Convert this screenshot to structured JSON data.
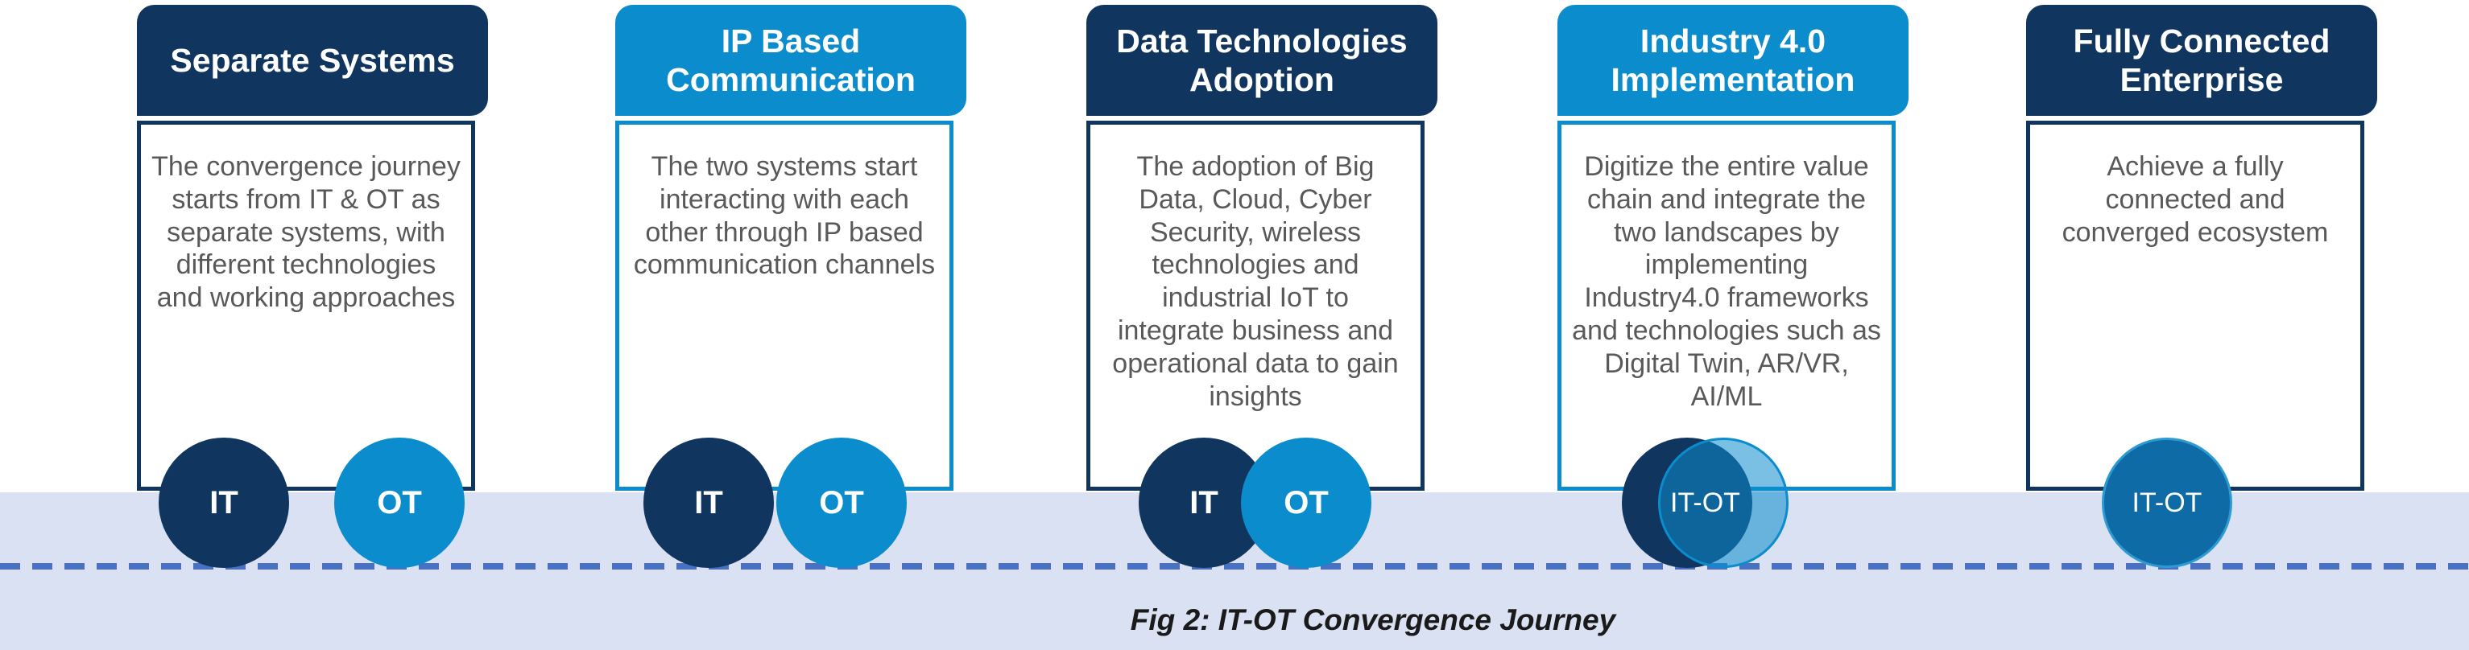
{
  "figure": {
    "caption": "Fig 2: IT-OT Convergence Journey"
  },
  "colors": {
    "navy": "#10355e",
    "light_blue": "#0b8ccd",
    "merged_circle": "#0e6ba6",
    "merged_circle_stroke": "#2e9ad2",
    "band": "#d9e1f2",
    "dashed_line": "#4a70c0",
    "body_text": "#595959",
    "caption_text": "#1a1a1a"
  },
  "cards": [
    {
      "title": "Separate Systems",
      "theme": "navy",
      "description": "The convergence journey\nstarts from IT & OT as\nseparate systems, with\ndifferent technologies\nand working approaches",
      "circle_state": "separate",
      "circles": [
        {
          "label": "IT"
        },
        {
          "label": "OT"
        }
      ]
    },
    {
      "title": "IP Based\nCommunication",
      "theme": "blue",
      "description": "The two systems start\ninteracting with each\nother through IP based\ncommunication channels",
      "circle_state": "touching",
      "circles": [
        {
          "label": "IT"
        },
        {
          "label": "OT"
        }
      ]
    },
    {
      "title": "Data Technologies\nAdoption",
      "theme": "navy",
      "description": "The adoption of Big\nData, Cloud, Cyber\nSecurity, wireless\ntechnologies and\nindustrial IoT to\nintegrate business and\noperational data to gain\ninsights",
      "circle_state": "overlapping",
      "circles": [
        {
          "label": "IT"
        },
        {
          "label": "OT"
        }
      ]
    },
    {
      "title": "Industry 4.0\nImplementation",
      "theme": "blue",
      "description": "Digitize the entire value\nchain and integrate the\ntwo landscapes by\nimplementing\nIndustry4.0 frameworks\nand technologies such as\nDigital Twin, AR/VR,\nAI/ML",
      "circle_state": "merging",
      "circles": [
        {
          "label": "IT-OT"
        }
      ]
    },
    {
      "title": "Fully Connected\nEnterprise",
      "theme": "navy",
      "description": "Achieve a fully\nconnected and\nconverged ecosystem",
      "circle_state": "merged",
      "circles": [
        {
          "label": "IT-OT"
        }
      ]
    }
  ]
}
